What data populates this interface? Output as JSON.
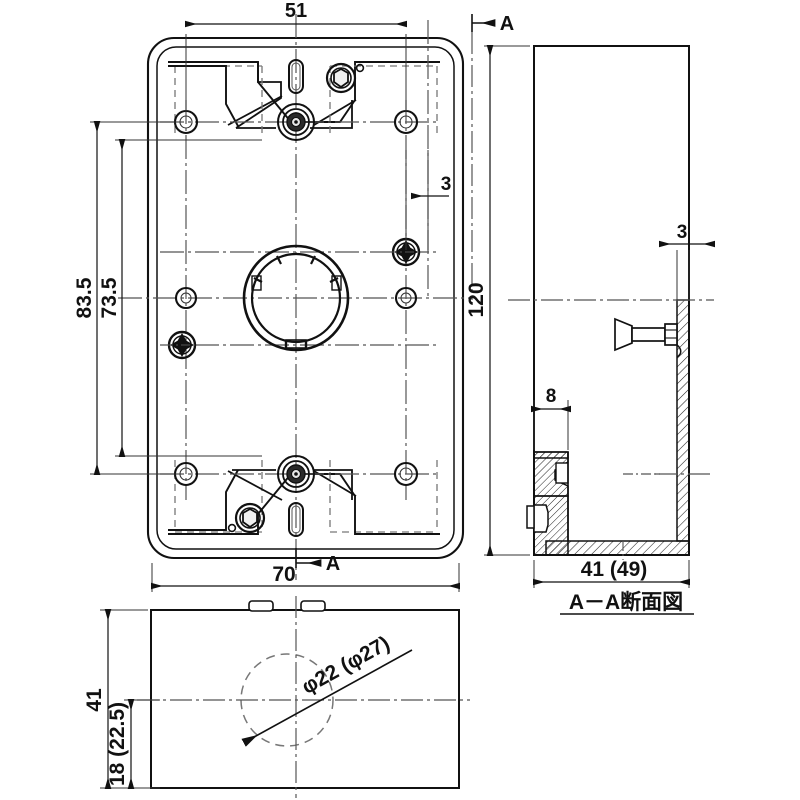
{
  "drawing": {
    "type": "engineering-drawing",
    "title_note": "A－A断面図",
    "views": [
      {
        "name": "plan-view",
        "label": ""
      },
      {
        "name": "section-view",
        "label": "A－A断面図"
      },
      {
        "name": "bottom-view",
        "label": ""
      }
    ],
    "dimensions": {
      "plan_width_inner": "51",
      "plan_width_outer": "70",
      "plan_height_outer": "83.5",
      "plan_height_inner": "73.5",
      "plan_edge_offset": "3",
      "section_height": "120",
      "section_wall_offset": "3",
      "section_flange": "8",
      "section_depth": "41 (49)",
      "bottom_height": "41",
      "bottom_hole_center": "18 (22.5)",
      "bottom_hole_dia": "φ22 (φ27)"
    },
    "section_marks": {
      "top": "A",
      "bottom": "A",
      "side": "A"
    },
    "colors": {
      "line": "#111111",
      "thin_line": "#333333",
      "center_line": "#555555",
      "hidden_line": "#777777",
      "background": "#ffffff",
      "hatch": "#222222"
    }
  }
}
